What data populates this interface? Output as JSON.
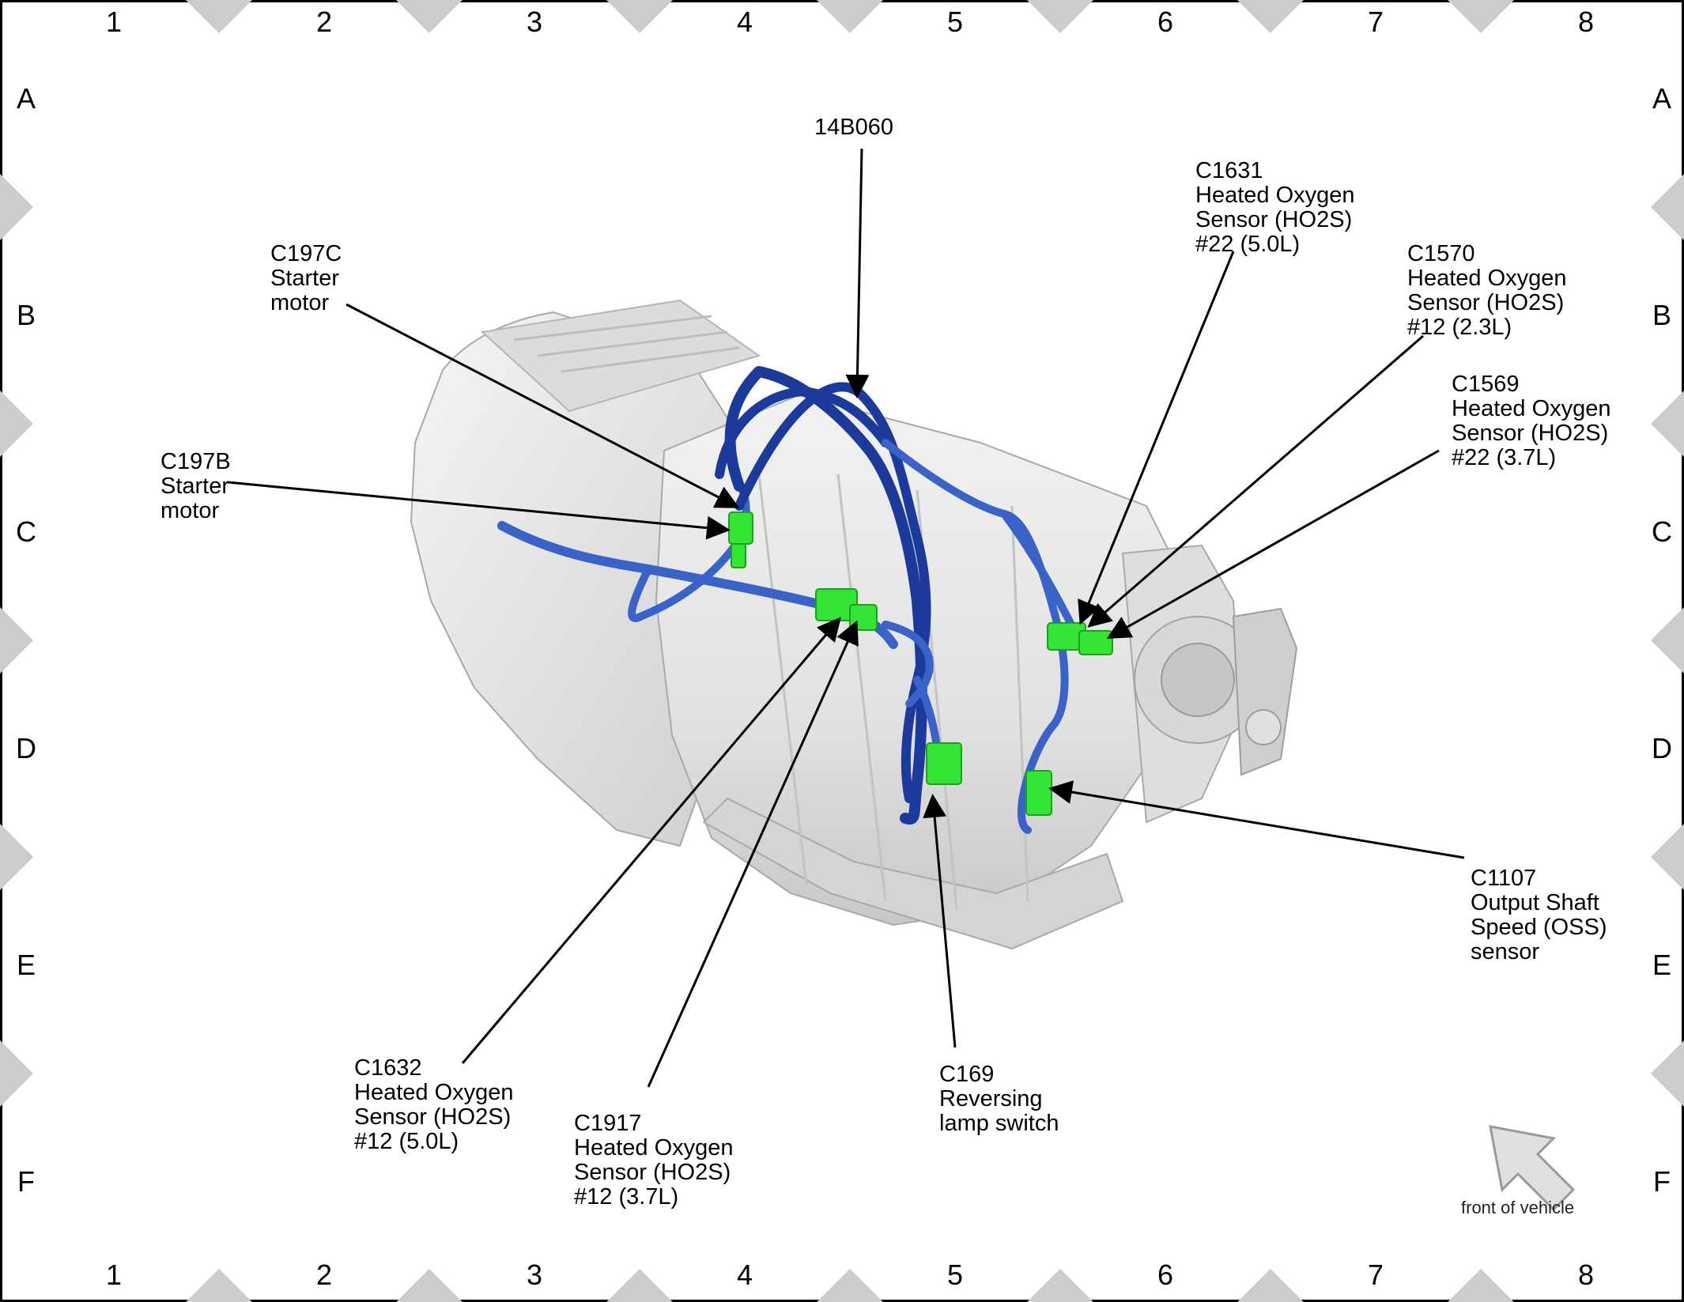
{
  "frame": {
    "columns": [
      "1",
      "2",
      "3",
      "4",
      "5",
      "6",
      "7",
      "8"
    ],
    "rows": [
      "A",
      "B",
      "C",
      "D",
      "E",
      "F"
    ]
  },
  "colors": {
    "harness_dark": "#1b3a9c",
    "harness_mid": "#3a63c9",
    "connector_green": "#33e633",
    "housing_light": "#e6e6e6",
    "housing_shadow": "#c4c4c4",
    "frame_diamond": "#cccccc"
  },
  "callouts": {
    "harness": {
      "lines": [
        "14B060"
      ]
    },
    "c197c": {
      "lines": [
        "C197C",
        "Starter",
        "motor"
      ]
    },
    "c197b": {
      "lines": [
        "C197B",
        "Starter",
        "motor"
      ]
    },
    "c1631": {
      "lines": [
        "C1631",
        "Heated Oxygen",
        "Sensor (HO2S)",
        "#22 (5.0L)"
      ]
    },
    "c1570": {
      "lines": [
        "C1570",
        "Heated Oxygen",
        "Sensor (HO2S)",
        "#12 (2.3L)"
      ]
    },
    "c1569": {
      "lines": [
        "C1569",
        "Heated Oxygen",
        "Sensor (HO2S)",
        "#22 (3.7L)"
      ]
    },
    "c1107": {
      "lines": [
        "C1107",
        "Output Shaft",
        "Speed (OSS)",
        "sensor"
      ]
    },
    "c1632": {
      "lines": [
        "C1632",
        "Heated Oxygen",
        "Sensor (HO2S)",
        "#12 (5.0L)"
      ]
    },
    "c1917": {
      "lines": [
        "C1917",
        "Heated Oxygen",
        "Sensor (HO2S)",
        "#12 (3.7L)"
      ]
    },
    "c169": {
      "lines": [
        "C169",
        "Reversing",
        "lamp switch"
      ]
    }
  },
  "orientation": {
    "label": "front of vehicle",
    "icon": "front-arrow-icon"
  }
}
